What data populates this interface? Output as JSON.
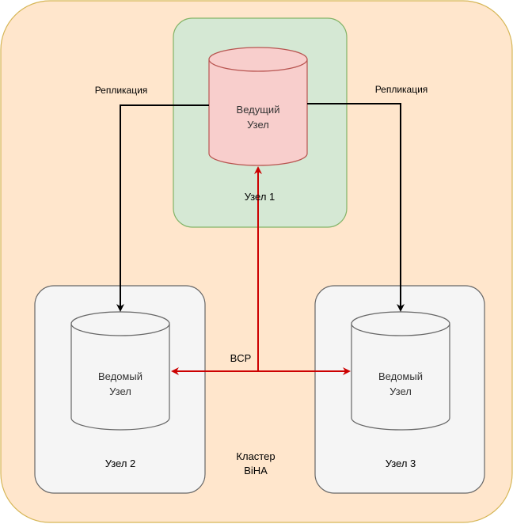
{
  "cluster": {
    "label": "Кластер\nBiHA",
    "fill": "#ffe6cc",
    "stroke": "#d6b656"
  },
  "nodes": [
    {
      "label": "Узел 1",
      "fill": "#d5e8d4",
      "stroke": "#82b366"
    },
    {
      "label": "Узел 2",
      "fill": "#f5f5f5",
      "stroke": "#666666"
    },
    {
      "label": "Узел 3",
      "fill": "#f5f5f5",
      "stroke": "#666666"
    }
  ],
  "databases": {
    "leader": {
      "label": "Ведущий\nУзел",
      "fill": "#f8cecc",
      "stroke": "#b85450"
    },
    "follower_left": {
      "label": "Ведомый\nУзел",
      "fill": "#f5f5f5",
      "stroke": "#666666"
    },
    "follower_right": {
      "label": "Ведомый\nУзел",
      "fill": "#f5f5f5",
      "stroke": "#666666"
    }
  },
  "edges": {
    "replication_left": "Репликация",
    "replication_right": "Репликация",
    "bcp": "BCP",
    "replication_color": "#000000",
    "bcp_color": "#cc0000"
  }
}
